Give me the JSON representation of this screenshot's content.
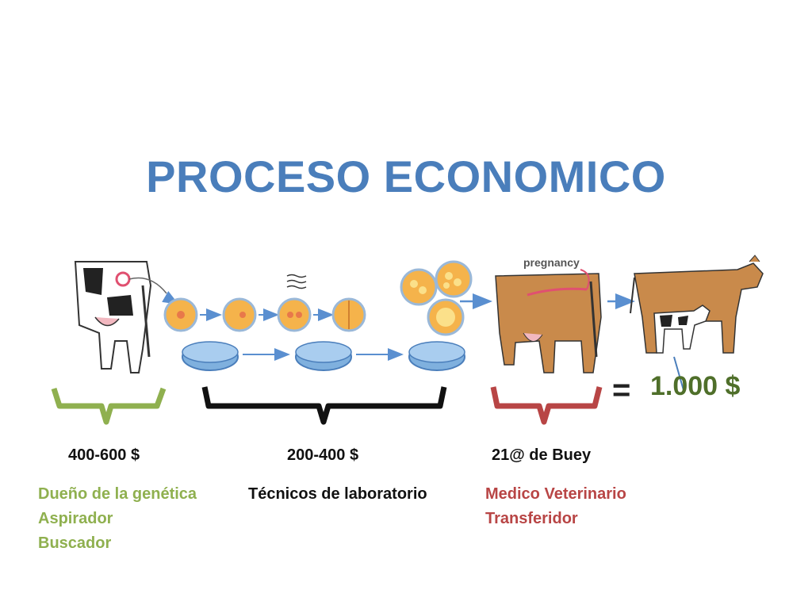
{
  "title": "PROCESO ECONOMICO",
  "equals_sign": "=",
  "total": "1.000 $",
  "illustration_label": "pregnancy",
  "groups": [
    {
      "price": "400-600 $",
      "roles": [
        "Dueño de la genética",
        "Aspirador",
        "Buscador"
      ],
      "color": "#8fb04f"
    },
    {
      "price": "200-400 $",
      "roles": [
        "Técnicos de laboratorio"
      ],
      "color": "#111111"
    },
    {
      "price": "21@ de Buey",
      "roles": [
        "Medico Veterinario",
        "Transferidor"
      ],
      "color": "#b84545"
    }
  ],
  "colors": {
    "title": "#4a7ebb",
    "total": "#4f6f2a",
    "arrow": "#5a8fd0"
  }
}
